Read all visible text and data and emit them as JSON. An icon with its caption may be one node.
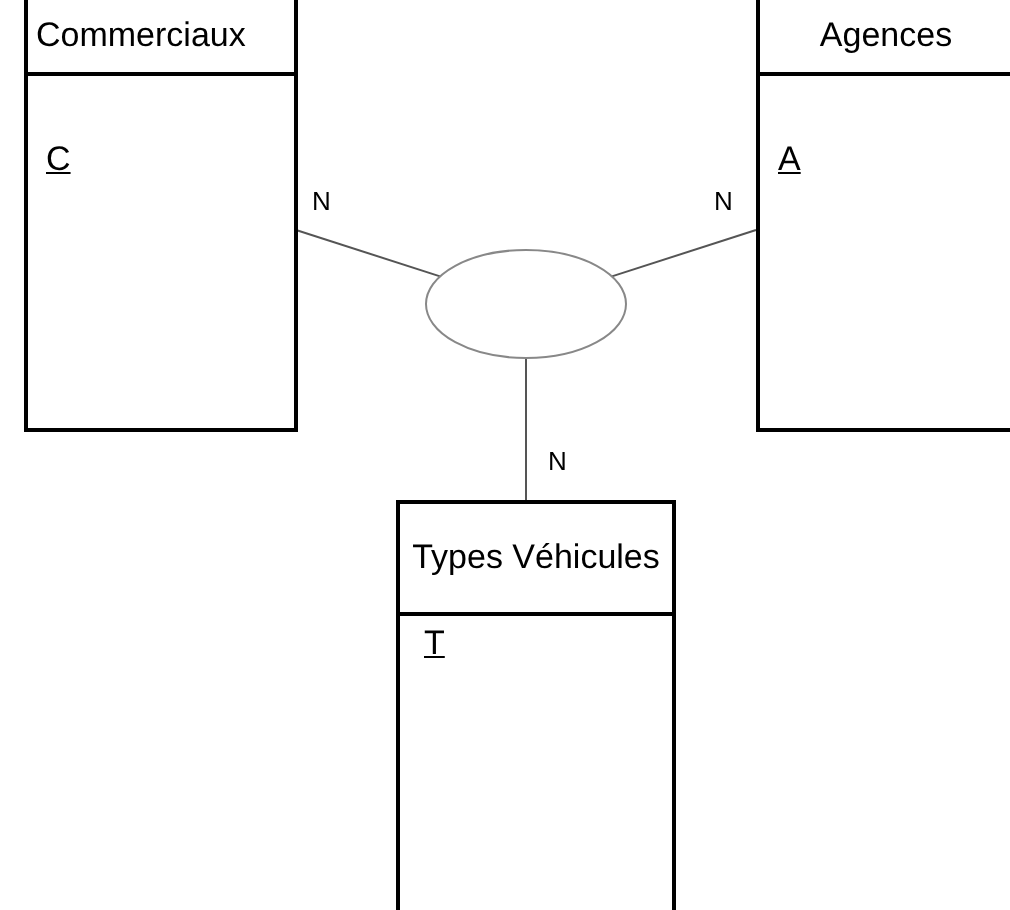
{
  "diagram": {
    "nodes": [
      {
        "text": [
          "Commerciaux",
          "C"
        ]
      },
      {
        "text": [
          "Agences",
          "A"
        ]
      },
      {
        "text": [],
        "shape": "ellipse"
      },
      {
        "text": [
          "Types Véhicules",
          "T"
        ]
      }
    ],
    "edges": [
      {
        "from": 2,
        "to": 0,
        "arrow": "none",
        "label": "N"
      },
      {
        "from": 2,
        "to": 1,
        "arrow": "none",
        "label": "N"
      },
      {
        "from": 2,
        "to": 3,
        "arrow": "none",
        "label": "N"
      }
    ]
  }
}
